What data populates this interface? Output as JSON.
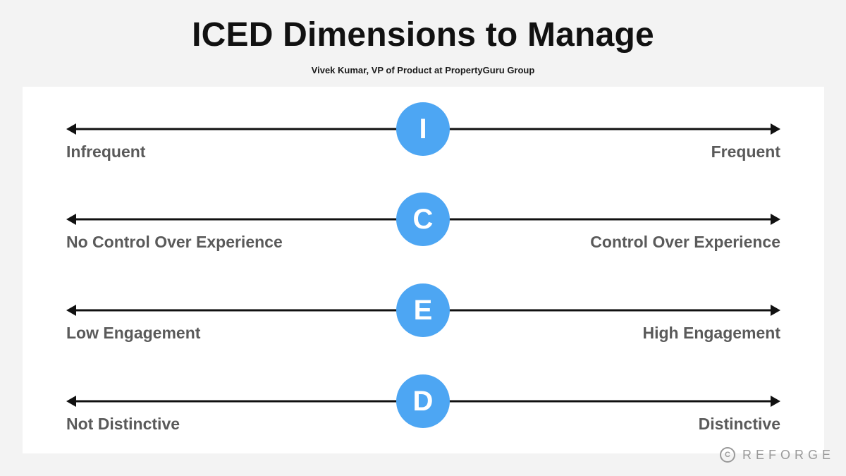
{
  "header": {
    "title": "ICED Dimensions to Manage",
    "subtitle": "Vivek Kumar, VP of Product at PropertyGuru Group"
  },
  "dimensions": [
    {
      "letter": "I",
      "left_label": "Infrequent",
      "right_label": "Frequent"
    },
    {
      "letter": "C",
      "left_label": "No Control Over Experience",
      "right_label": "Control Over Experience"
    },
    {
      "letter": "E",
      "left_label": "Low Engagement",
      "right_label": "High Engagement"
    },
    {
      "letter": "D",
      "left_label": "Not Distinctive",
      "right_label": "Distinctive"
    }
  ],
  "colors": {
    "badge": "#4da6f3",
    "axis": "#111111",
    "label": "#5a5a5a"
  },
  "watermark": {
    "icon": "copyright-icon",
    "icon_glyph": "C",
    "text": "REFORGE"
  }
}
